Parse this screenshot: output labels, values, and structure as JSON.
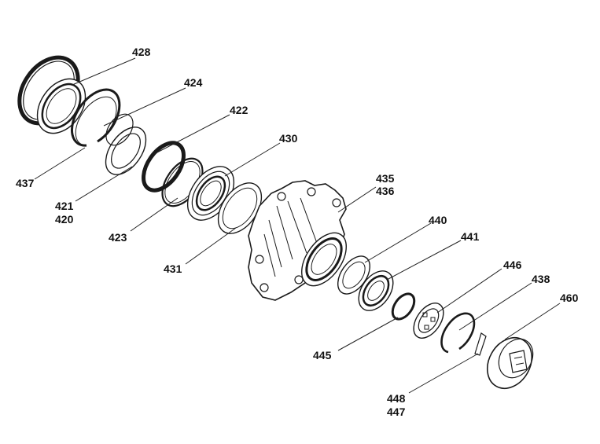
{
  "colors": {
    "background": "#ffffff",
    "line": "#1a1a1a",
    "label": "#111111",
    "shade": "#d9d9d9"
  },
  "labels": {
    "p428": "428",
    "p424": "424",
    "p422": "422",
    "p430": "430",
    "p435": "435",
    "p436": "436",
    "p440": "440",
    "p441": "441",
    "p446": "446",
    "p438": "438",
    "p460": "460",
    "p437": "437",
    "p421": "421",
    "p420": "420",
    "p423": "423",
    "p431": "431",
    "p445": "445",
    "p448": "448",
    "p447": "447"
  }
}
